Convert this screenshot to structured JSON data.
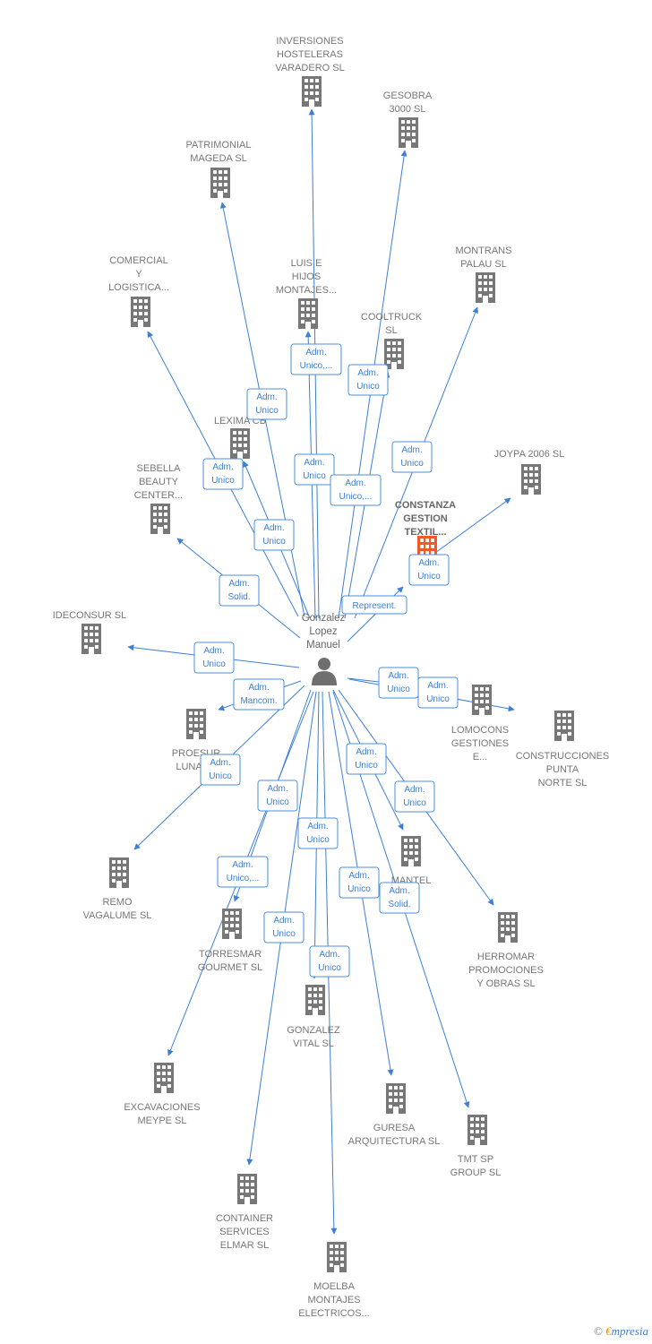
{
  "center": {
    "label": [
      "Gonzalez",
      "Lopez",
      "Manuel"
    ],
    "icon": "person-icon"
  },
  "colors": {
    "edge": "#3d7fd4",
    "node": "#777777",
    "highlight": "#f05a28"
  },
  "nodes": [
    {
      "id": "inversiones",
      "label": [
        "INVERSIONES",
        "HOSTELERAS",
        "VARADERO SL"
      ],
      "roles": [
        "Adm. Unico,..."
      ]
    },
    {
      "id": "gesobra",
      "label": [
        "GESOBRA",
        "3000 SL"
      ],
      "roles": [
        "Adm. Unico"
      ]
    },
    {
      "id": "patrimonial",
      "label": [
        "PATRIMONIAL",
        "MAGEDA  SL"
      ],
      "roles": [
        "Adm. Unico"
      ]
    },
    {
      "id": "montrans",
      "label": [
        "MONTRANS",
        "PALAU  SL"
      ],
      "roles": [
        "Adm. Unico"
      ]
    },
    {
      "id": "comercial",
      "label": [
        "COMERCIAL",
        "Y",
        "LOGISTICA..."
      ],
      "roles": [
        "Adm. Unico"
      ]
    },
    {
      "id": "luis",
      "label": [
        "LUIS E",
        "HIJOS",
        "MONTAJES..."
      ],
      "roles": [
        "Adm. Unico"
      ]
    },
    {
      "id": "cooltruck",
      "label": [
        "COOLTRUCK",
        "SL"
      ],
      "roles": [
        "Adm. Unico,..."
      ]
    },
    {
      "id": "lexima",
      "label": [
        "LEXIMA CB"
      ],
      "roles": [
        "Adm. Unico"
      ]
    },
    {
      "id": "joypa",
      "label": [
        "JOYPA 2006 SL"
      ],
      "roles": []
    },
    {
      "id": "sebella",
      "label": [
        "SEBELLA",
        "BEAUTY",
        "CENTER..."
      ],
      "roles": [
        "Adm. Solid."
      ]
    },
    {
      "id": "constanza",
      "label": [
        "CONSTANZA",
        "GESTION",
        "TEXTIL..."
      ],
      "roles": [
        "Represent.",
        "Adm. Unico"
      ],
      "highlight": true
    },
    {
      "id": "ideconsur",
      "label": [
        "IDECONSUR SL"
      ],
      "roles": [
        "Adm. Unico"
      ]
    },
    {
      "id": "lomocons",
      "label": [
        "LOMOCONS",
        "GESTIONES",
        "E..."
      ],
      "roles": [
        "Adm. Unico"
      ]
    },
    {
      "id": "construcciones",
      "label": [
        "CONSTRUCCIONES",
        "PUNTA",
        "NORTE SL"
      ],
      "roles": [
        "Adm. Unico"
      ]
    },
    {
      "id": "proesur",
      "label": [
        "PROESUR",
        "LUNA SL"
      ],
      "roles": [
        "Adm. Mancom."
      ]
    },
    {
      "id": "remo",
      "label": [
        "REMO",
        "VAGALUME SL"
      ],
      "roles": [
        "Adm. Unico"
      ]
    },
    {
      "id": "mantel",
      "label": [
        "MANTEL",
        "SL"
      ],
      "roles": [
        "Adm. Unico"
      ]
    },
    {
      "id": "herromar",
      "label": [
        "HERROMAR",
        "PROMOCIONES",
        "Y OBRAS SL"
      ],
      "roles": [
        "Adm. Unico"
      ]
    },
    {
      "id": "torresmar",
      "label": [
        "TORRESMAR",
        "GOURMET  SL"
      ],
      "roles": [
        "Adm. Unico"
      ]
    },
    {
      "id": "excavaciones",
      "label": [
        "EXCAVACIONES",
        "MEYPE SL"
      ],
      "roles": [
        "Adm. Unico,..."
      ]
    },
    {
      "id": "gonzalezvital",
      "label": [
        "GONZALEZ",
        "VITAL SL"
      ],
      "roles": [
        "Adm. Unico"
      ]
    },
    {
      "id": "guresa",
      "label": [
        "GURESA",
        "ARQUITECTURA SL"
      ],
      "roles": [
        "Adm. Unico"
      ]
    },
    {
      "id": "tmt",
      "label": [
        "TMT SP",
        "GROUP  SL"
      ],
      "roles": [
        "Adm. Solid."
      ]
    },
    {
      "id": "container",
      "label": [
        "CONTAINER",
        "SERVICES",
        "ELMAR  SL"
      ],
      "roles": [
        "Adm. Unico"
      ]
    },
    {
      "id": "moelba",
      "label": [
        "MOELBA",
        "MONTAJES",
        "ELECTRICOS..."
      ],
      "roles": [
        "Adm. Unico"
      ]
    }
  ],
  "footer": {
    "copyright": "©",
    "brand_first": "€",
    "brand_rest": "mpresia"
  }
}
